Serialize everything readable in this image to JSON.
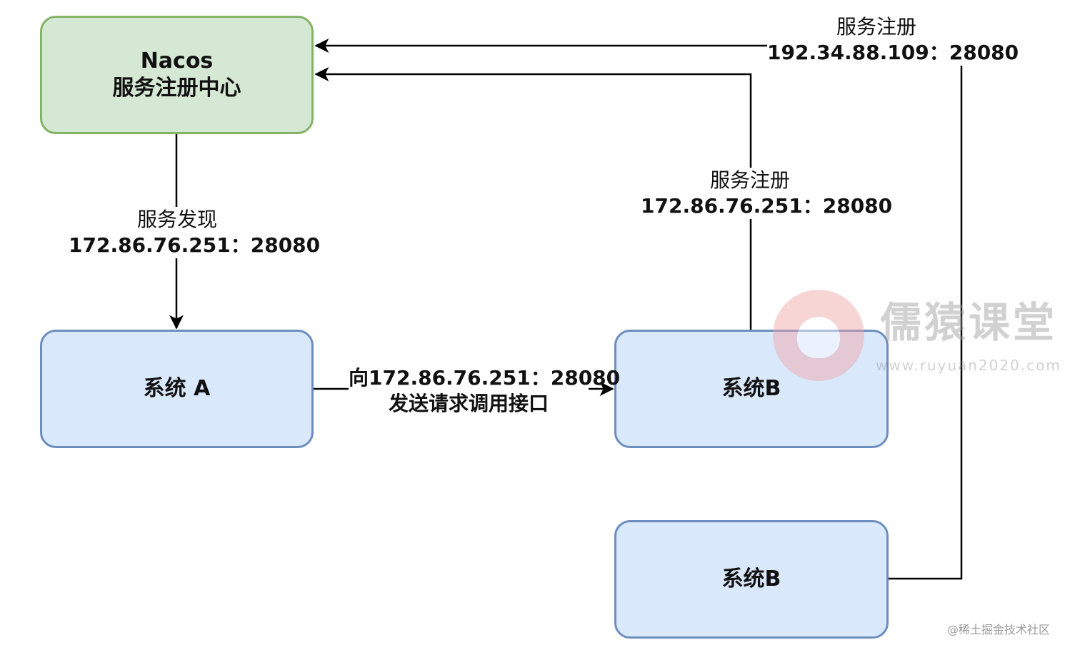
{
  "nodes": {
    "nacos": {
      "line1": "Nacos",
      "line2": "服务注册中心"
    },
    "system_a": {
      "label": "系统 A"
    },
    "system_b_top": {
      "label": "系统B"
    },
    "system_b_bottom": {
      "label": "系统B"
    }
  },
  "edges": {
    "discovery": {
      "line1": "服务发现",
      "line2": "172.86.76.251：28080"
    },
    "register_top": {
      "line1": "服务注册",
      "line2": "192.34.88.109：28080"
    },
    "register_mid": {
      "line1": "服务注册",
      "line2": "172.86.76.251：28080"
    },
    "call": {
      "line1": "向172.86.76.251：28080",
      "line2": "发送请求调用接口"
    }
  },
  "watermark": {
    "title": "儒猿课堂",
    "url": "www.ruyuan2020.com"
  },
  "credit": "@稀土掘金技术社区",
  "colors": {
    "nacos_fill": "#d5e8d4",
    "nacos_border": "#82b366",
    "system_fill": "#dae8fc",
    "system_border": "#6c8ebf",
    "edge": "#000000"
  }
}
